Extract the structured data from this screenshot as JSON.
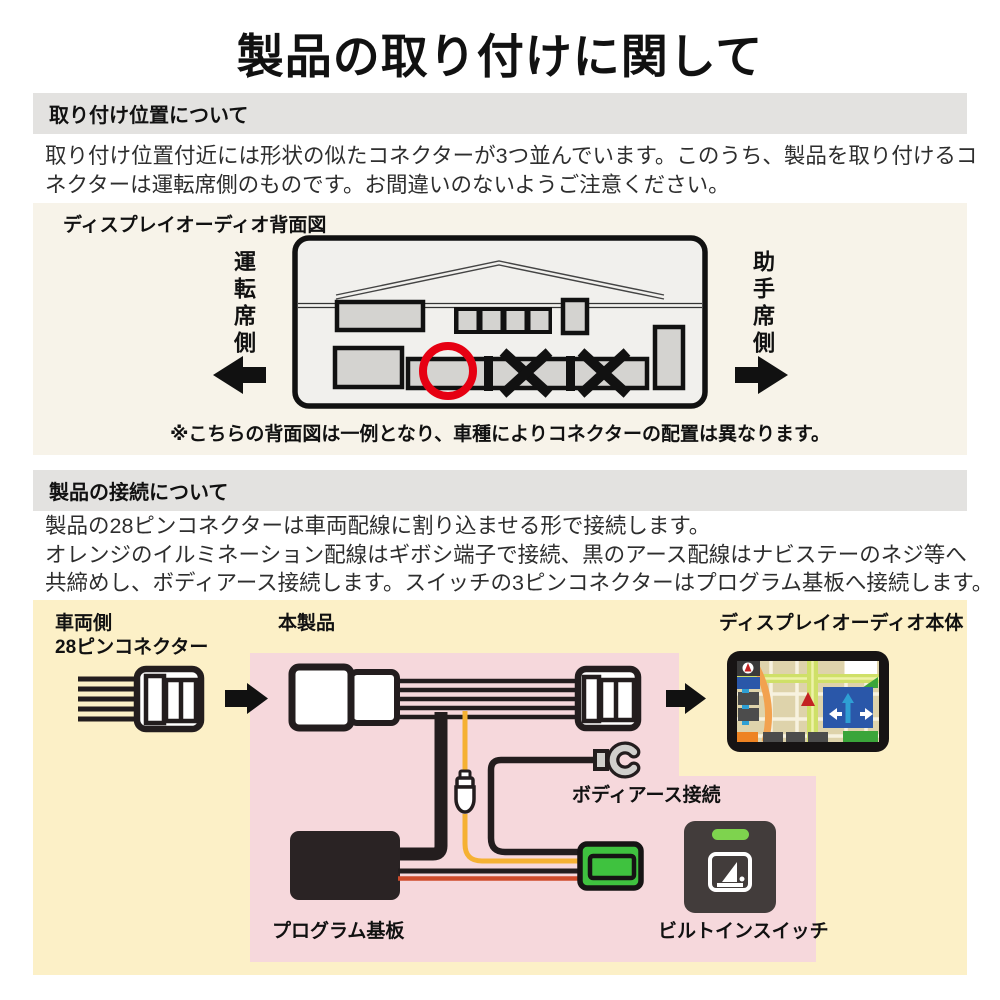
{
  "page": {
    "title": "製品の取り付けに関して"
  },
  "section1": {
    "header": "取り付け位置について",
    "body_line1": "取り付け位置付近には形状の似たコネクターが3つ並んでいます。このうち、製品を取り付けるコ",
    "body_line2": "ネクターは運転席側のものです。お間違いのないようご注意ください。",
    "diagram": {
      "caption": "ディスプレイオーディオ背面図",
      "left_label": "運転席側",
      "right_label": "助手席側",
      "note": "※こちらの背面図は一例となり、車種によりコネクターの配置は異なります。"
    }
  },
  "section2": {
    "header": "製品の接続について",
    "body_line1": "製品の28ピンコネクターは車両配線に割り込ませる形で接続します。",
    "body_line2": "オレンジのイルミネーション配線はギボシ端子で接続、黒のアース配線はナビステーのネジ等へ",
    "body_line3": "共締めし、ボディアース接続します。スイッチの3ピンコネクターはプログラム基板へ接続します。",
    "diagram": {
      "vehicle_label_line1": "車両側",
      "vehicle_label_line2": "28ピンコネクター",
      "product_label": "本製品",
      "display_audio_label": "ディスプレイオーディオ本体",
      "ground_label": "ボディアース接続",
      "board_label": "プログラム基板",
      "switch_label": "ビルトインスイッチ"
    }
  },
  "colors": {
    "section_bar_gray": "#e3e2e0",
    "cream_top": "#f7f3e9",
    "cream_bottom": "#fcf0c7",
    "pink_area": "#f6d8dc",
    "correct_marker_red": "#e60012",
    "wire_black": "#231d1e",
    "wire_orange": "#f5b133",
    "wire_red": "#cf4c2c",
    "connector_green": "#3fc23f",
    "switch_body": "#423c3b",
    "switch_led_green": "#7ed34e",
    "nav_panel_blue": "#2a57a9",
    "nav_arrow_blue": "#2e9fd4",
    "map_base_tan": "#ded3ab",
    "map_road_yellow": "#cfe068",
    "map_road_orange": "#f2a24f"
  }
}
